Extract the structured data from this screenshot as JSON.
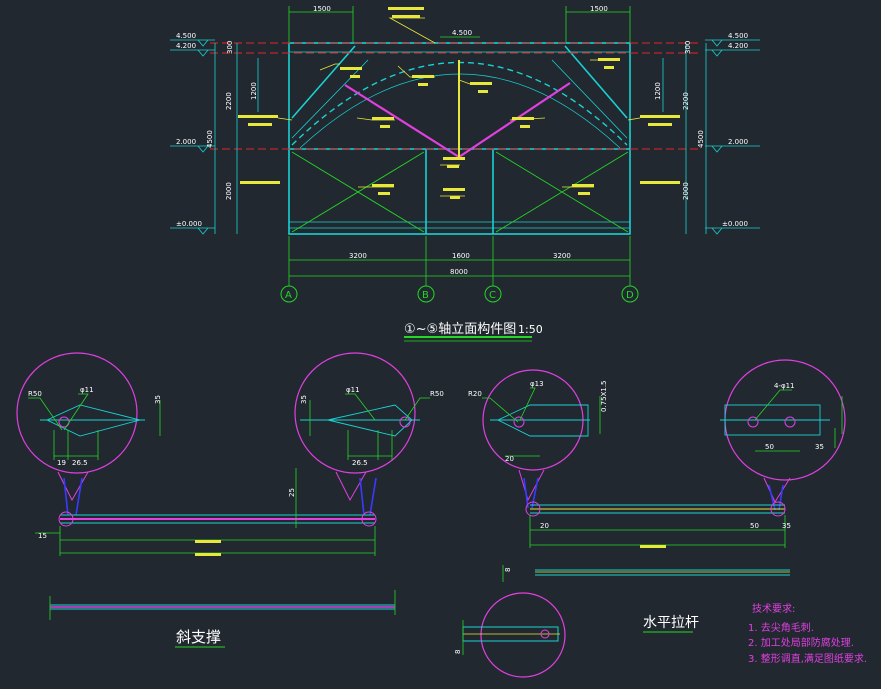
{
  "colors": {
    "background": "#212830",
    "white": "#ffffff",
    "cyan": "#19d2d2",
    "green": "#25d625",
    "yellow": "#e8e83a",
    "magenta": "#e040e0",
    "red": "#e02828",
    "blue": "#3a3aff"
  },
  "elevation": {
    "levels_left": [
      "4.500",
      "4.200",
      "2.000",
      "±0.000"
    ],
    "levels_right": [
      "4.500",
      "4.200",
      "2.000",
      "±0.000"
    ],
    "dim_top": [
      "1500",
      "4.500",
      "1500"
    ],
    "dim_vertical": [
      "300",
      "1200",
      "2200",
      "4500",
      "2000"
    ],
    "dim_bottom": [
      "3200",
      "1600",
      "3200"
    ],
    "dim_total": "8000",
    "axes": [
      "A",
      "B",
      "C",
      "D"
    ],
    "title": "①~⑤轴立面构件图",
    "title_suffix": "1:50"
  },
  "parts": {
    "diag_brace_label": "斜支撑",
    "horizontal_tie_label": "水平拉杆",
    "diag_dims": [
      "R50",
      "φ11",
      "19",
      "26.5",
      "35",
      "25",
      "15",
      "R50",
      "φ11",
      "26.5",
      "35"
    ],
    "tie_dims": [
      "R20",
      "φ13",
      "20",
      "0.75X1.5",
      "4-φ11",
      "50",
      "35",
      "20",
      "50",
      "35",
      "8",
      "8"
    ]
  },
  "notes": {
    "heading": "技术要求:",
    "items": [
      "1. 去尖角毛刺.",
      "2. 加工处局部防腐处理.",
      "3. 整形调直,满足图纸要求."
    ]
  }
}
